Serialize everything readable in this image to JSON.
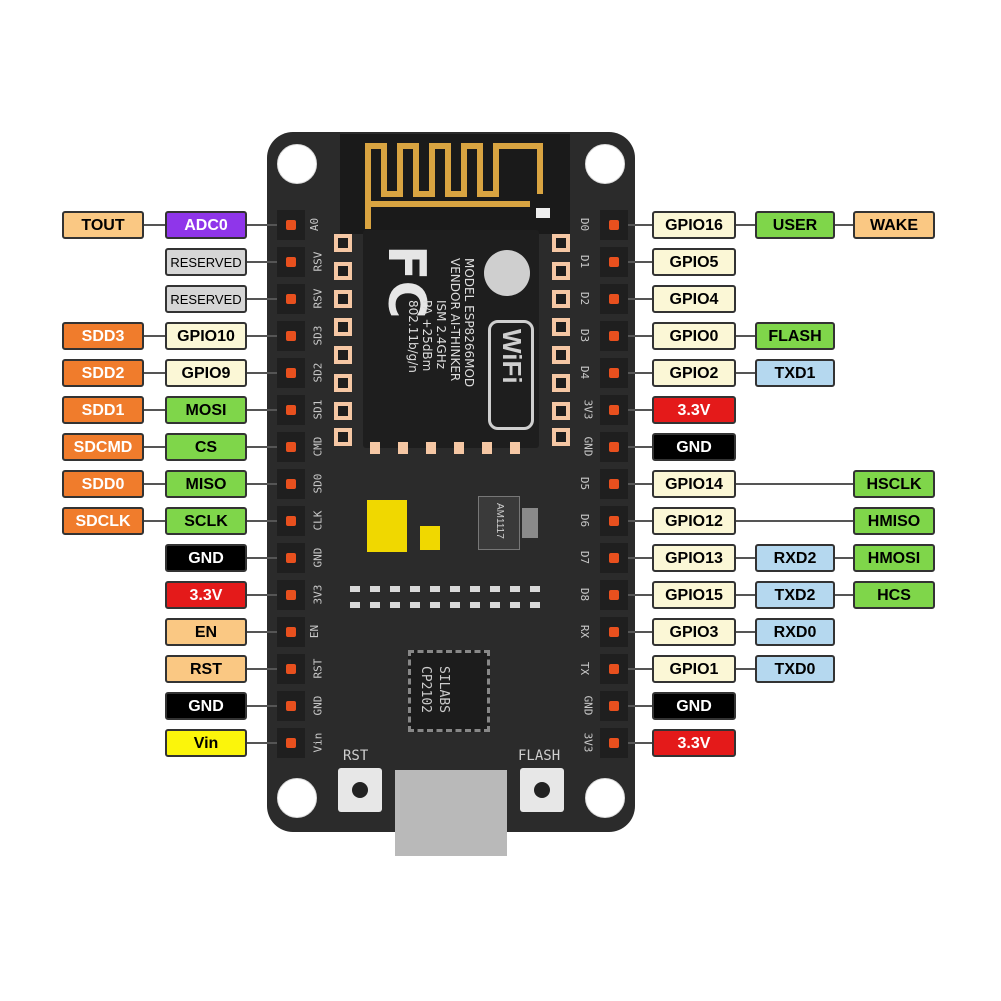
{
  "board": {
    "module_model": "MODEL ESP8266MOD",
    "module_vendor": "VENDOR AI-THINKER",
    "module_specs": [
      "ISM 2.4GHz",
      "PA +25dBm",
      "802.11b/g/n"
    ],
    "fc_mark": "FC",
    "wifi_mark": "WiFi",
    "regulator": "AM1117",
    "usb_chip": [
      "SILABS",
      "CP2102"
    ],
    "buttons": {
      "left": "RST",
      "right": "FLASH"
    }
  },
  "colors": {
    "orange": "#f07c2c",
    "tan": "#fac883",
    "purple": "#8f36ea",
    "gray": "#d6d6d6",
    "cream": "#fbf7d6",
    "green": "#7fd64a",
    "black": "#000000",
    "red": "#e41a1a",
    "yellow": "#fbf50b",
    "lightblue": "#b5d8ef"
  },
  "left_pins": [
    {
      "silk": "A0",
      "labels": [
        {
          "text": "ADC0",
          "color": "purple"
        },
        {
          "text": "TOUT",
          "color": "tan"
        }
      ]
    },
    {
      "silk": "RSV",
      "labels": [
        {
          "text": "RESERVED",
          "color": "gray"
        }
      ]
    },
    {
      "silk": "RSV",
      "labels": [
        {
          "text": "RESERVED",
          "color": "gray"
        }
      ]
    },
    {
      "silk": "SD3",
      "labels": [
        {
          "text": "GPIO10",
          "color": "cream"
        },
        {
          "text": "SDD3",
          "color": "orange"
        }
      ]
    },
    {
      "silk": "SD2",
      "labels": [
        {
          "text": "GPIO9",
          "color": "cream"
        },
        {
          "text": "SDD2",
          "color": "orange"
        }
      ]
    },
    {
      "silk": "SD1",
      "labels": [
        {
          "text": "MOSI",
          "color": "green"
        },
        {
          "text": "SDD1",
          "color": "orange"
        }
      ]
    },
    {
      "silk": "CMD",
      "labels": [
        {
          "text": "CS",
          "color": "green"
        },
        {
          "text": "SDCMD",
          "color": "orange"
        }
      ]
    },
    {
      "silk": "SD0",
      "labels": [
        {
          "text": "MISO",
          "color": "green"
        },
        {
          "text": "SDD0",
          "color": "orange"
        }
      ]
    },
    {
      "silk": "CLK",
      "labels": [
        {
          "text": "SCLK",
          "color": "green"
        },
        {
          "text": "SDCLK",
          "color": "orange"
        }
      ]
    },
    {
      "silk": "GND",
      "labels": [
        {
          "text": "GND",
          "color": "black"
        }
      ]
    },
    {
      "silk": "3V3",
      "labels": [
        {
          "text": "3.3V",
          "color": "red"
        }
      ]
    },
    {
      "silk": "EN",
      "labels": [
        {
          "text": "EN",
          "color": "tan"
        }
      ]
    },
    {
      "silk": "RST",
      "labels": [
        {
          "text": "RST",
          "color": "tan"
        }
      ]
    },
    {
      "silk": "GND",
      "labels": [
        {
          "text": "GND",
          "color": "black"
        }
      ]
    },
    {
      "silk": "Vin",
      "labels": [
        {
          "text": "Vin",
          "color": "yellow"
        }
      ]
    }
  ],
  "right_pins": [
    {
      "silk": "D0",
      "labels": [
        {
          "text": "GPIO16",
          "color": "cream"
        },
        {
          "text": "USER",
          "color": "green"
        },
        {
          "text": "WAKE",
          "color": "tan"
        }
      ]
    },
    {
      "silk": "D1",
      "labels": [
        {
          "text": "GPIO5",
          "color": "cream"
        }
      ]
    },
    {
      "silk": "D2",
      "labels": [
        {
          "text": "GPIO4",
          "color": "cream"
        }
      ]
    },
    {
      "silk": "D3",
      "labels": [
        {
          "text": "GPIO0",
          "color": "cream"
        },
        {
          "text": "FLASH",
          "color": "green"
        }
      ]
    },
    {
      "silk": "D4",
      "labels": [
        {
          "text": "GPIO2",
          "color": "cream"
        },
        {
          "text": "TXD1",
          "color": "lightblue"
        }
      ]
    },
    {
      "silk": "3V3",
      "labels": [
        {
          "text": "3.3V",
          "color": "red"
        }
      ]
    },
    {
      "silk": "GND",
      "labels": [
        {
          "text": "GND",
          "color": "black"
        }
      ]
    },
    {
      "silk": "D5",
      "labels": [
        {
          "text": "GPIO14",
          "color": "cream"
        },
        {
          "text": "HSCLK",
          "color": "green",
          "far": true
        }
      ]
    },
    {
      "silk": "D6",
      "labels": [
        {
          "text": "GPIO12",
          "color": "cream"
        },
        {
          "text": "HMISO",
          "color": "green",
          "far": true
        }
      ]
    },
    {
      "silk": "D7",
      "labels": [
        {
          "text": "GPIO13",
          "color": "cream"
        },
        {
          "text": "RXD2",
          "color": "lightblue"
        },
        {
          "text": "HMOSI",
          "color": "green"
        }
      ]
    },
    {
      "silk": "D8",
      "labels": [
        {
          "text": "GPIO15",
          "color": "cream"
        },
        {
          "text": "TXD2",
          "color": "lightblue"
        },
        {
          "text": "HCS",
          "color": "green"
        }
      ]
    },
    {
      "silk": "RX",
      "labels": [
        {
          "text": "GPIO3",
          "color": "cream"
        },
        {
          "text": "RXD0",
          "color": "lightblue"
        }
      ]
    },
    {
      "silk": "TX",
      "labels": [
        {
          "text": "GPIO1",
          "color": "cream"
        },
        {
          "text": "TXD0",
          "color": "lightblue"
        }
      ]
    },
    {
      "silk": "GND",
      "labels": [
        {
          "text": "GND",
          "color": "black"
        }
      ]
    },
    {
      "silk": "3V3",
      "labels": [
        {
          "text": "3.3V",
          "color": "red"
        }
      ]
    }
  ]
}
